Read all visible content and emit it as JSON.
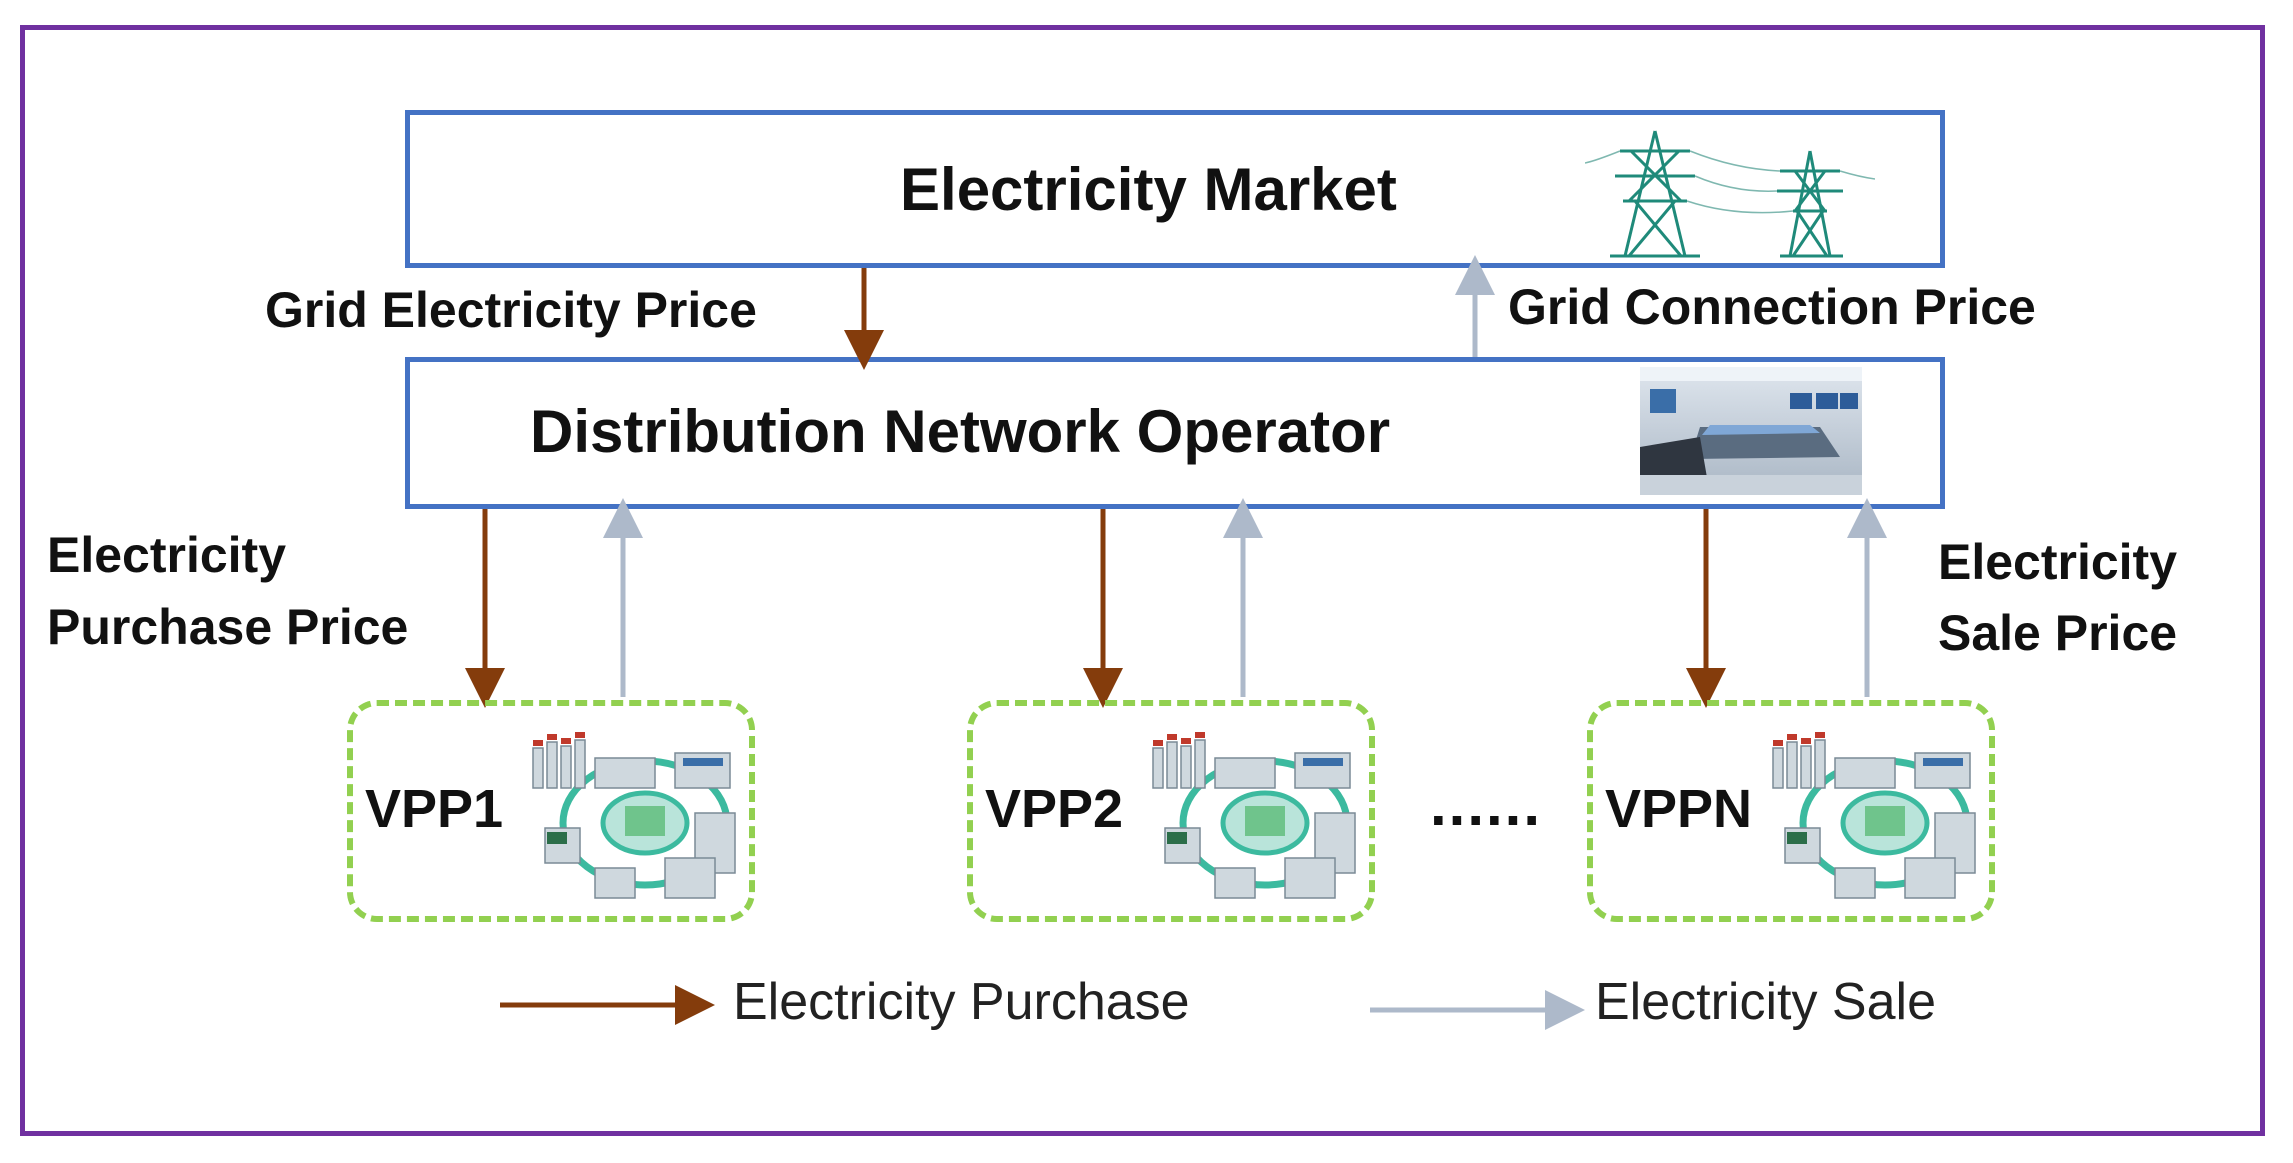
{
  "market": {
    "title": "Electricity Market",
    "icon": "transmission-tower-icon"
  },
  "operator": {
    "title": "Distribution Network Operator",
    "icon": "control-room-photo"
  },
  "labels": {
    "grid_electricity_price": "Grid Electricity Price",
    "grid_connection_price": "Grid Connection Price",
    "purchase_price_line1": "Electricity",
    "purchase_price_line2": "Purchase Price",
    "sale_price_line1": "Electricity",
    "sale_price_line2": "Sale Price"
  },
  "vpps": [
    {
      "name": "VPP1"
    },
    {
      "name": "VPP2"
    },
    {
      "name": "VPPN"
    }
  ],
  "ellipsis": "......",
  "legend": {
    "purchase": "Electricity Purchase",
    "sale": "Electricity Sale"
  },
  "colors": {
    "frame": "#7030a0",
    "box_border": "#4472c4",
    "vpp_border": "#92d050",
    "purchase_arrow": "#843c0c",
    "sale_arrow": "#adb9ca"
  }
}
